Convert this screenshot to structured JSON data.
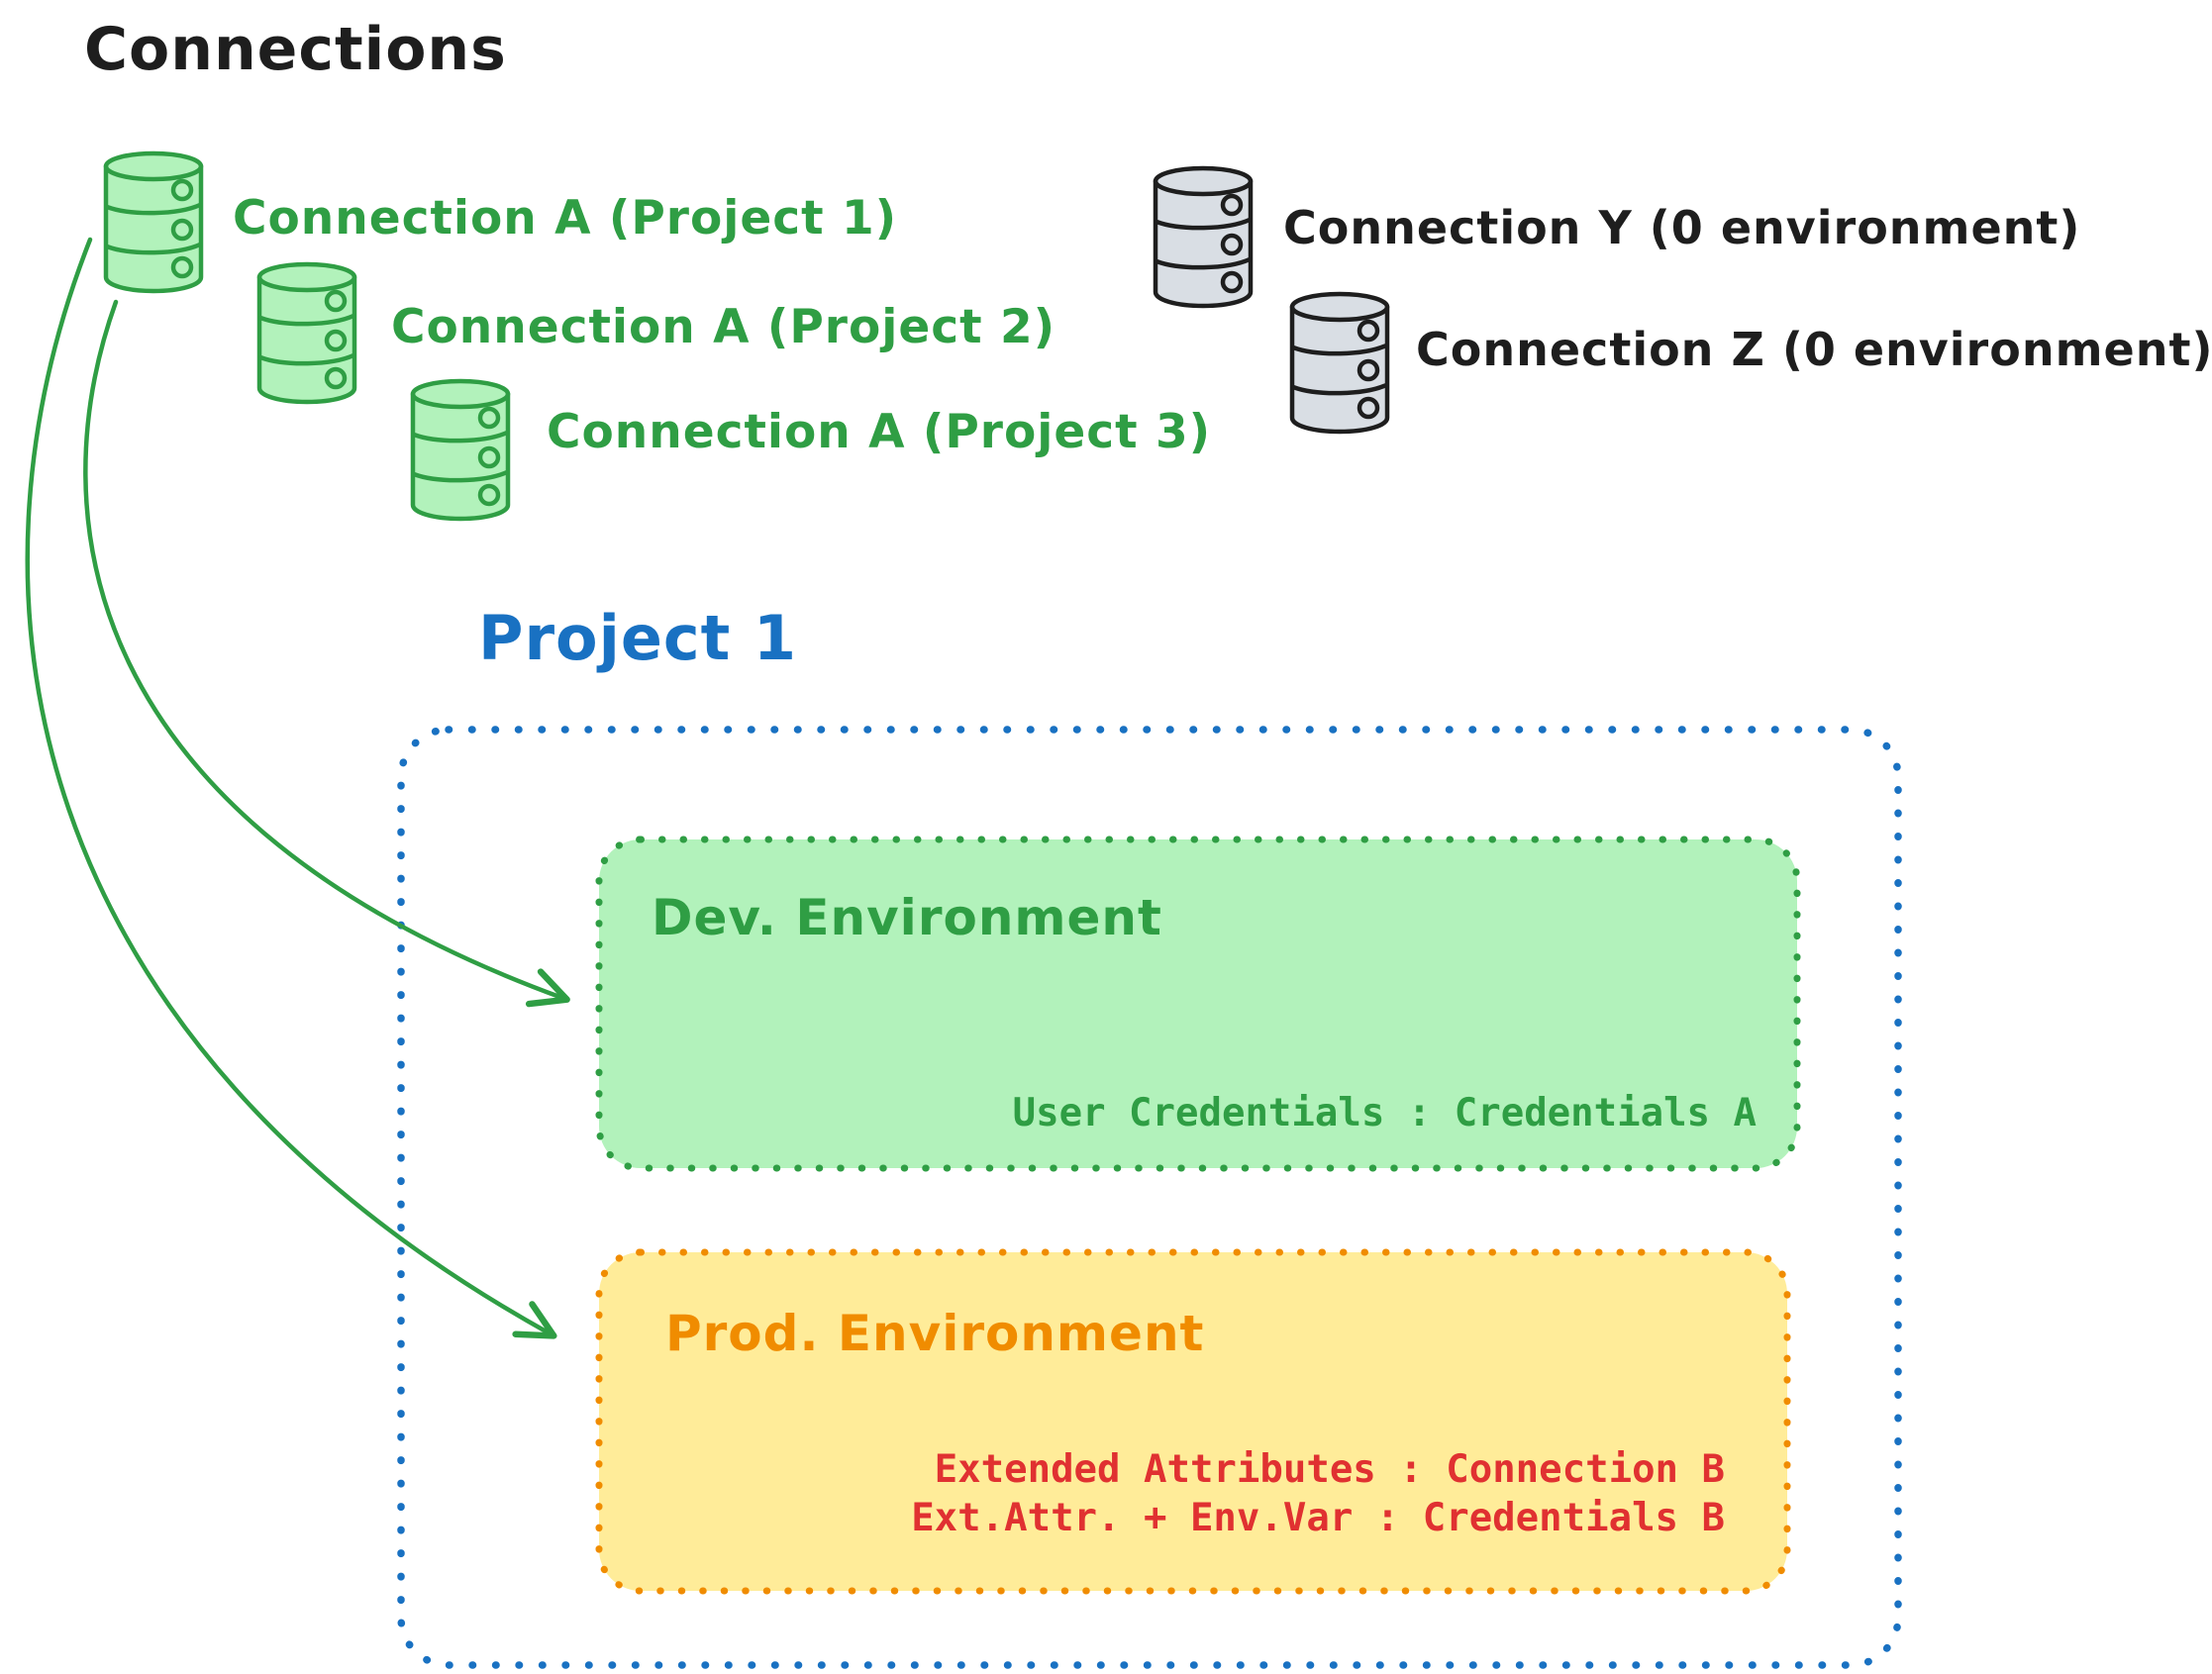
{
  "title": "Connections",
  "colors": {
    "text": "#1e1e1e",
    "green_stroke": "#2f9e44",
    "green_fill": "#b2f2bb",
    "gray_stroke": "#1e1e1e",
    "gray_fill": "#d9dee4",
    "blue": "#1971c2",
    "orange": "#f08c00",
    "yellow_fill": "#ffec99",
    "red": "#e03131"
  },
  "icons": {
    "database": "database-cylinder-icon"
  },
  "connections": {
    "assigned": [
      {
        "label": "Connection A (Project 1)"
      },
      {
        "label": "Connection A (Project 2)"
      },
      {
        "label": "Connection A (Project 3)"
      }
    ],
    "unassigned": [
      {
        "label": "Connection Y (0 environment)"
      },
      {
        "label": "Connection Z (0 environment)"
      }
    ]
  },
  "project": {
    "title": "Project 1",
    "dev_environment": {
      "title": "Dev. Environment",
      "credentials": "User Credentials : Credentials A"
    },
    "prod_environment": {
      "title": "Prod. Environment",
      "lines": [
        "Extended Attributes : Connection B",
        "Ext.Attr. + Env.Var : Credentials B"
      ]
    }
  }
}
